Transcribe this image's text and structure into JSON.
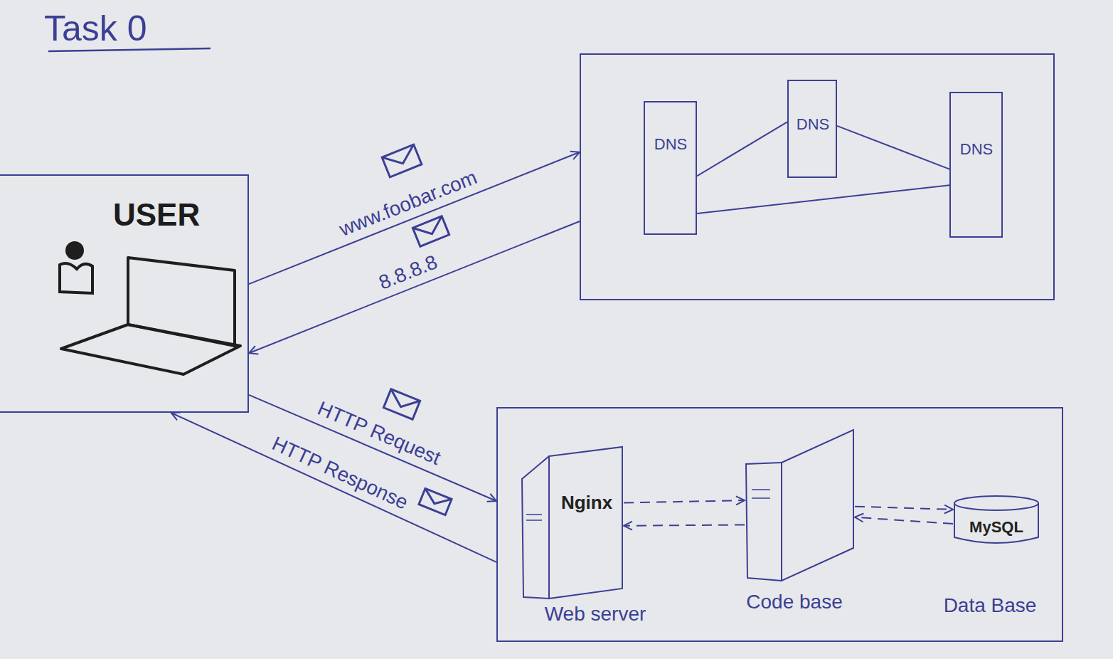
{
  "diagram": {
    "title": "Task 0",
    "nodes": [
      {
        "text": [
          "USER"
        ]
      },
      {
        "text": []
      },
      {
        "text": [
          "DNS"
        ],
        "in": 1
      },
      {
        "text": [
          "DNS"
        ],
        "in": 1
      },
      {
        "text": [
          "DNS"
        ],
        "in": 1
      },
      {
        "text": []
      },
      {
        "text": [
          "Nginx",
          "Web server"
        ],
        "in": 5
      },
      {
        "text": [
          "Code base"
        ],
        "in": 5
      },
      {
        "text": [
          "MySQL",
          "Data Base"
        ],
        "in": 5
      }
    ],
    "edges": [
      {
        "from": 0,
        "to": 1,
        "arrow": "to",
        "label": "www.foobar.com"
      },
      {
        "from": 1,
        "to": 0,
        "arrow": "to",
        "label": "8.8.8.8"
      },
      {
        "from": 2,
        "to": 3,
        "arrow": "none"
      },
      {
        "from": 3,
        "to": 4,
        "arrow": "none"
      },
      {
        "from": 2,
        "to": 4,
        "arrow": "none"
      },
      {
        "from": 0,
        "to": 5,
        "arrow": "to",
        "label": "HTTP Request"
      },
      {
        "from": 5,
        "to": 0,
        "arrow": "to",
        "label": "HTTP Response"
      },
      {
        "from": 6,
        "to": 7,
        "arrow": "to"
      },
      {
        "from": 7,
        "to": 6,
        "arrow": "to"
      },
      {
        "from": 7,
        "to": 8,
        "arrow": "to"
      },
      {
        "from": 8,
        "to": 7,
        "arrow": "to"
      }
    ]
  }
}
